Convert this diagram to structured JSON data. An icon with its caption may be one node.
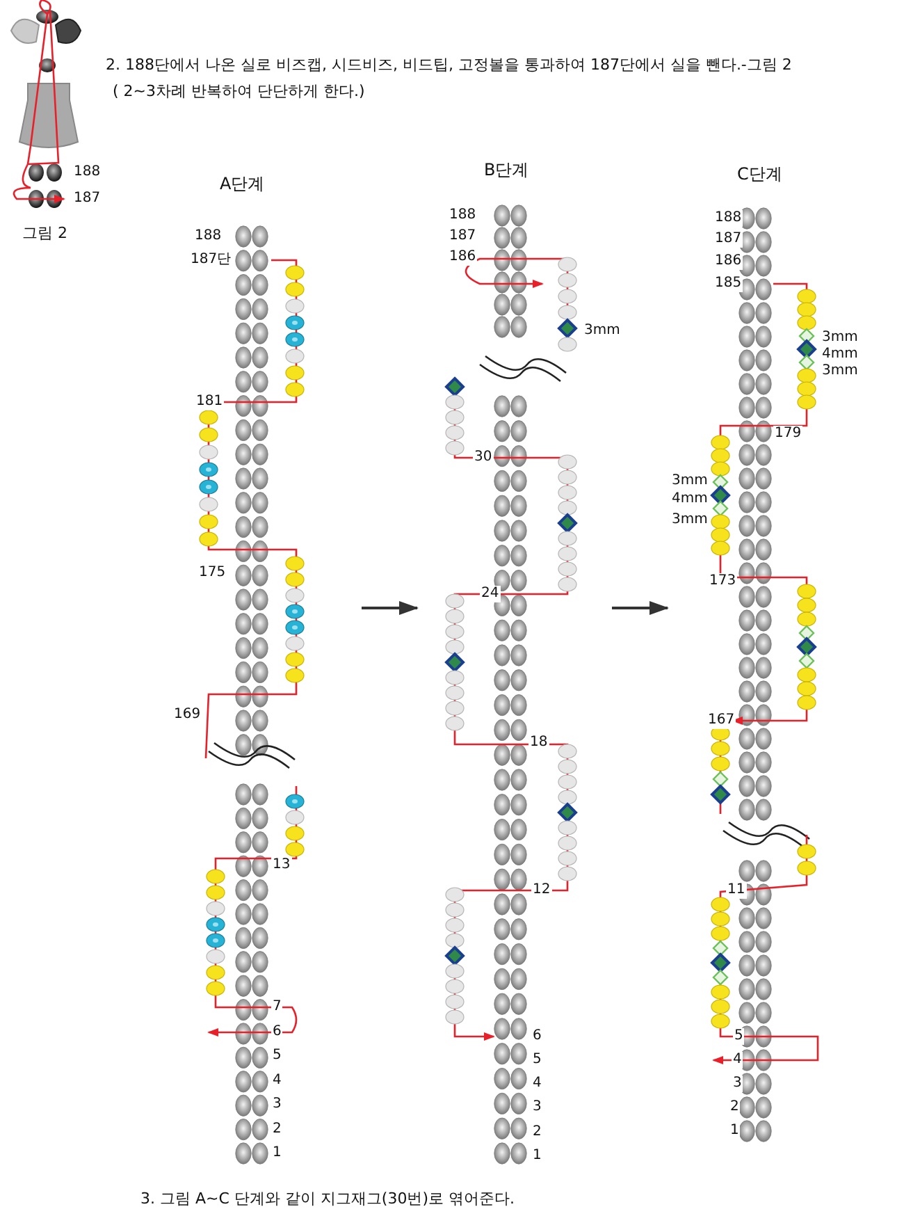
{
  "diagram": {
    "nodes": [
      {
        "text": [
          "A단계"
        ]
      },
      {
        "text": [
          "B단계"
        ]
      },
      {
        "text": [
          "C단계"
        ]
      }
    ],
    "edges": [
      {
        "from": 0,
        "to": 1,
        "arrow": "to"
      },
      {
        "from": 1,
        "to": 2,
        "arrow": "to"
      }
    ],
    "labels": [
      "2. 188단에서 나온 실로 비즈캡, 시드비즈, 비드팁, 고정볼을 통과하여 187단에서 실을 뺀다.-그림 2",
      "( 2~3차례 반복하여 단단하게 한다.)",
      "188",
      "187",
      "그림 2",
      "188",
      "187단",
      "181",
      "175",
      "169",
      "13",
      "7",
      "6",
      "5",
      "4",
      "3",
      "2",
      "1",
      "188",
      "187",
      "186",
      "3mm",
      "30",
      "24",
      "18",
      "12",
      "6",
      "5",
      "4",
      "3",
      "2",
      "1",
      "188",
      "187",
      "186",
      "185",
      "3mm",
      "4mm",
      "3mm",
      "179",
      "3mm",
      "4mm",
      "3mm",
      "173",
      "167",
      "11",
      "5",
      "4",
      "3",
      "2",
      "1",
      "3. 그림 A~C 단계와 같이 지그재그(30번)로 엮어준다."
    ]
  }
}
